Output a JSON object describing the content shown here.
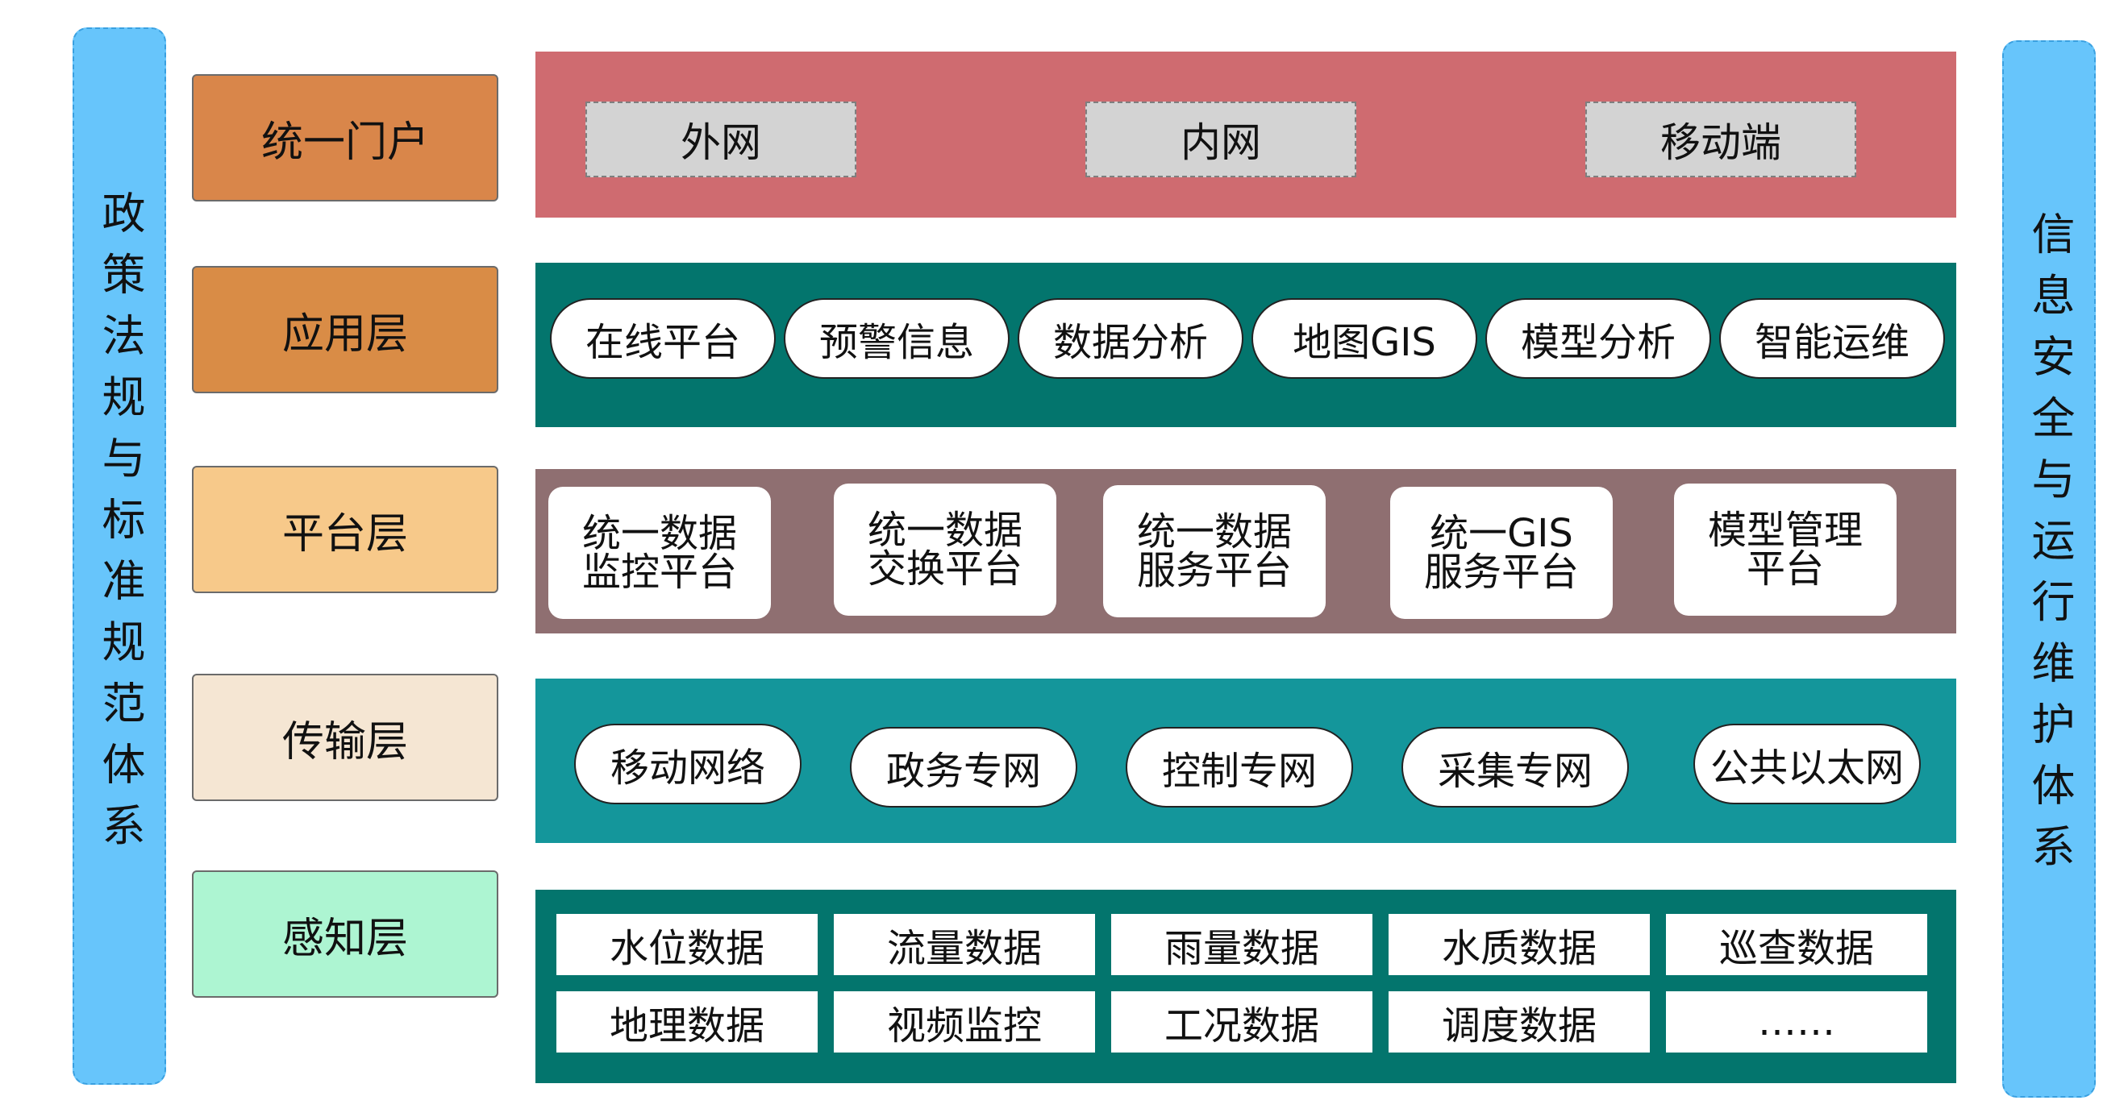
{
  "sides": {
    "left": "政策法规与标准规范体系",
    "right": "信息安全与运行维护体系"
  },
  "layers": [
    {
      "label": "统一门户",
      "color": "#d9864a"
    },
    {
      "label": "应用层",
      "color": "#d98c46"
    },
    {
      "label": "平台层",
      "color": "#f7c98a"
    },
    {
      "label": "传输层",
      "color": "#f5e6d3"
    },
    {
      "label": "感知层",
      "color": "#adf5d2"
    }
  ],
  "portal": {
    "color": "#cf6b70",
    "items": [
      "外网",
      "内网",
      "移动端"
    ]
  },
  "application": {
    "color": "#03756d",
    "items": [
      "在线平台",
      "预警信息",
      "数据分析",
      "地图GIS",
      "模型分析",
      "智能运维"
    ]
  },
  "platform": {
    "color": "#8f6f71",
    "items": [
      {
        "line1": "统一数据",
        "line2": "监控平台"
      },
      {
        "line1": "统一数据",
        "line2": "交换平台"
      },
      {
        "line1": "统一数据",
        "line2": "服务平台"
      },
      {
        "line1": "统一GIS",
        "line2": "服务平台"
      },
      {
        "line1": "模型管理",
        "line2": "平台"
      }
    ]
  },
  "transport": {
    "color": "#14969b",
    "items": [
      "移动网络",
      "政务专网",
      "控制专网",
      "采集专网",
      "公共以太网"
    ]
  },
  "perception": {
    "color": "#03756d",
    "row1": [
      "水位数据",
      "流量数据",
      "雨量数据",
      "水质数据",
      "巡查数据"
    ],
    "row2": [
      "地理数据",
      "视频监控",
      "工况数据",
      "调度数据",
      "……"
    ]
  }
}
